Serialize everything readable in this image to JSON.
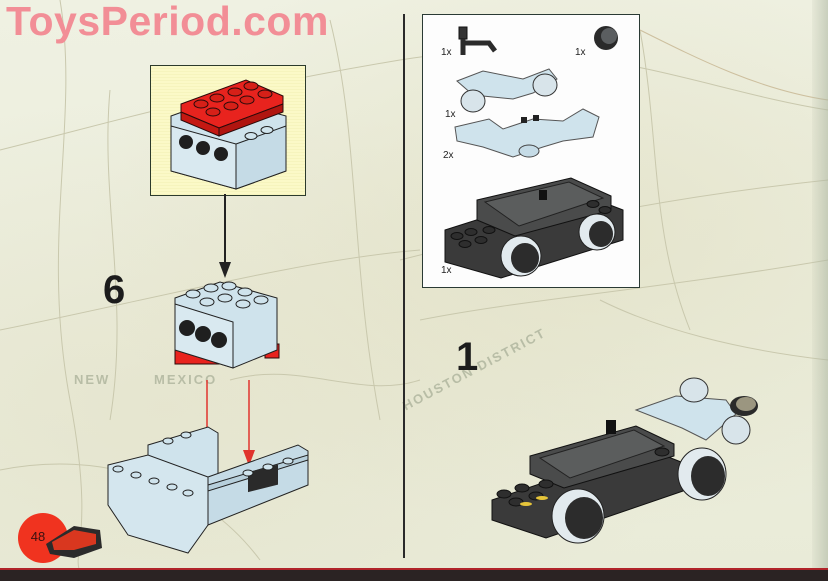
{
  "watermark": {
    "text": "ToysPeriod.com",
    "color": "#f28e96"
  },
  "page": {
    "number": "48",
    "badge_color": "#f0331f",
    "background": "#eef0df",
    "bottom_bar_color": "#2b2323"
  },
  "left_panel": {
    "step_number": "6",
    "callout": {
      "description": "Red 2x4 plate placed on light-gray 2x4 technic brick with 3 holes",
      "background": "#fbf9c7"
    },
    "assembly": {
      "description": "Light-gray brick with red plate beneath, placed onto light-gray hull section (red arrows)"
    },
    "map_labels": [
      "NEW",
      "MEXICO"
    ],
    "arrow_color": "#e0342d"
  },
  "right_panel": {
    "step_number": "1",
    "parts_list": {
      "items": [
        {
          "qty": "1x",
          "part": "black coupling/hook"
        },
        {
          "qty": "1x",
          "part": "black round brick / wheel"
        },
        {
          "qty": "1x",
          "part": "light-gray wheel bogie"
        },
        {
          "qty": "2x",
          "part": "light-gray train bogie frame"
        },
        {
          "qty": "1x",
          "part": "black train motor with wheels"
        }
      ]
    },
    "assembly": {
      "description": "Black train motor with light-gray bogie and coupling attached"
    },
    "map_labels": [
      "HOUSTON DISTRICT"
    ]
  }
}
